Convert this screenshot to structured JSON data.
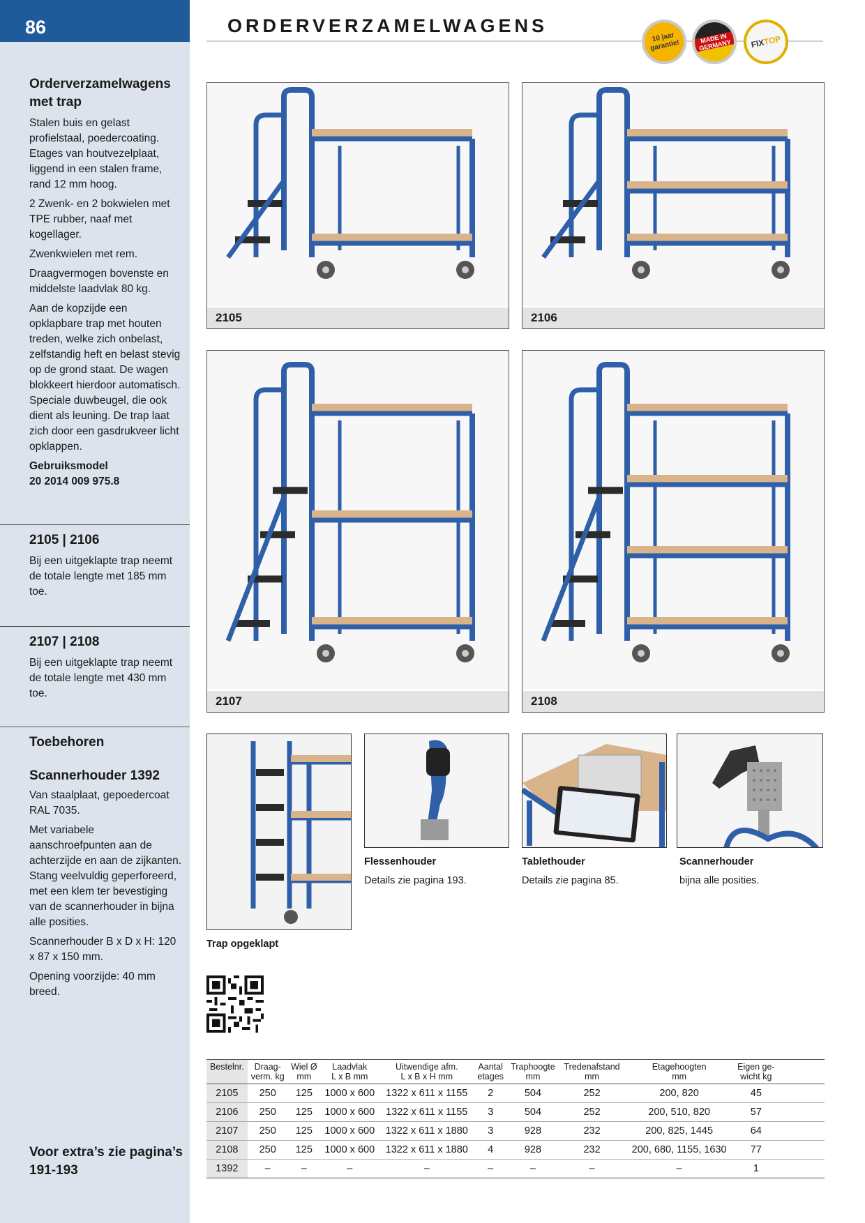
{
  "header": {
    "page_number": "86",
    "title": "ORDERVERZAMELWAGENS",
    "badges": {
      "guarantee": "10 jaar garantie!",
      "germany": "MADE IN GERMANY",
      "fix_a": "FIX",
      "fix_b": "TOP"
    }
  },
  "sidebar": {
    "intro": {
      "heading": "Orderverzamelwagens met trap",
      "p1": "Stalen buis en gelast profielstaal, poedercoating. Etages van houtvezelplaat, liggend in een stalen frame, rand 12 mm hoog.",
      "p2": "2 Zwenk- en 2 bokwielen met TPE rubber, naaf met kogellager.",
      "p3": "Zwenkwielen met rem.",
      "p4": "Draagvermogen bovenste en middelste laadvlak 80 kg.",
      "p5": "Aan de kopzijde een opklapbare trap met houten treden, welke zich onbelast, zelfstandig heft en belast stevig op de grond staat. De wagen blokkeert hierdoor automatisch.",
      "p6": "Speciale duwbeugel, die ook dient als leuning. De trap laat zich door een gasdrukveer licht opklappen.",
      "model_label": "Gebruiksmodel",
      "model_number": "20 2014 009 975.8"
    },
    "note1": {
      "heading": "2105 | 2106",
      "text": "Bij een uitgeklapte trap neemt de totale lengte met 185 mm toe."
    },
    "note2": {
      "heading": "2107 | 2108",
      "text": "Bij een uitgeklapte trap neemt de totale lengte met 430 mm toe."
    },
    "accessories": {
      "heading": "Toebehoren",
      "scanner_heading": "Scannerhouder 1392",
      "p1": "Van staalplaat, gepoedercoat RAL 7035.",
      "p2": "Met variabele aanschroefpunten aan de achterzijde en aan de zijkanten. Stang veelvuldig geperforeerd, met een klem ter bevestiging van de scannerhouder in bijna alle posities.",
      "p3": "Scannerhouder B x D x H: 120 x 87 x 150 mm.",
      "p4": "Opening voorzijde: 40 mm breed."
    },
    "footer": "Voor extra’s zie pagina’s 191-193"
  },
  "products": [
    {
      "code": "2105",
      "shelves": 2
    },
    {
      "code": "2106",
      "shelves": 3
    },
    {
      "code": "2107",
      "shelves": 3
    },
    {
      "code": "2108",
      "shelves": 4
    }
  ],
  "accessory_images": [
    {
      "title": "Trap opgeklapt",
      "detail": ""
    },
    {
      "title": "Flessenhouder",
      "detail": "Details zie pagina 193."
    },
    {
      "title": "Tablethouder",
      "detail": "Details zie pagina 85."
    },
    {
      "title": "Scannerhouder",
      "detail": "bijna alle posities."
    }
  ],
  "table": {
    "headers": [
      [
        "Bestelnr.",
        ""
      ],
      [
        "Draag-",
        "verm. kg"
      ],
      [
        "Wiel Ø",
        "mm"
      ],
      [
        "Laadvlak",
        "L x B mm"
      ],
      [
        "Uitwendige afm.",
        "L x B x H mm"
      ],
      [
        "Aantal",
        "etages"
      ],
      [
        "Traphoogte",
        "mm"
      ],
      [
        "Tredenafstand",
        "mm"
      ],
      [
        "Etagehoogten",
        "mm"
      ],
      [
        "Eigen ge-",
        "wicht kg"
      ]
    ],
    "rows": [
      [
        "2105",
        "250",
        "125",
        "1000 x 600",
        "1322 x 611 x 1155",
        "2",
        "504",
        "252",
        "200, 820",
        "45"
      ],
      [
        "2106",
        "250",
        "125",
        "1000 x 600",
        "1322 x 611 x 1155",
        "3",
        "504",
        "252",
        "200, 510, 820",
        "57"
      ],
      [
        "2107",
        "250",
        "125",
        "1000 x 600",
        "1322 x 611 x 1880",
        "3",
        "928",
        "232",
        "200, 825, 1445",
        "64"
      ],
      [
        "2108",
        "250",
        "125",
        "1000 x 600",
        "1322 x 611 x 1880",
        "4",
        "928",
        "232",
        "200, 680, 1155, 1630",
        "77"
      ],
      [
        "1392",
        "–",
        "–",
        "–",
        "–",
        "–",
        "–",
        "–",
        "–",
        "1"
      ]
    ]
  },
  "colors": {
    "brand_blue": "#1f5b9b",
    "sidebar_bg": "#dde3ec",
    "frame_blue": "#2f5fa8",
    "wood": "#d9b48a"
  }
}
